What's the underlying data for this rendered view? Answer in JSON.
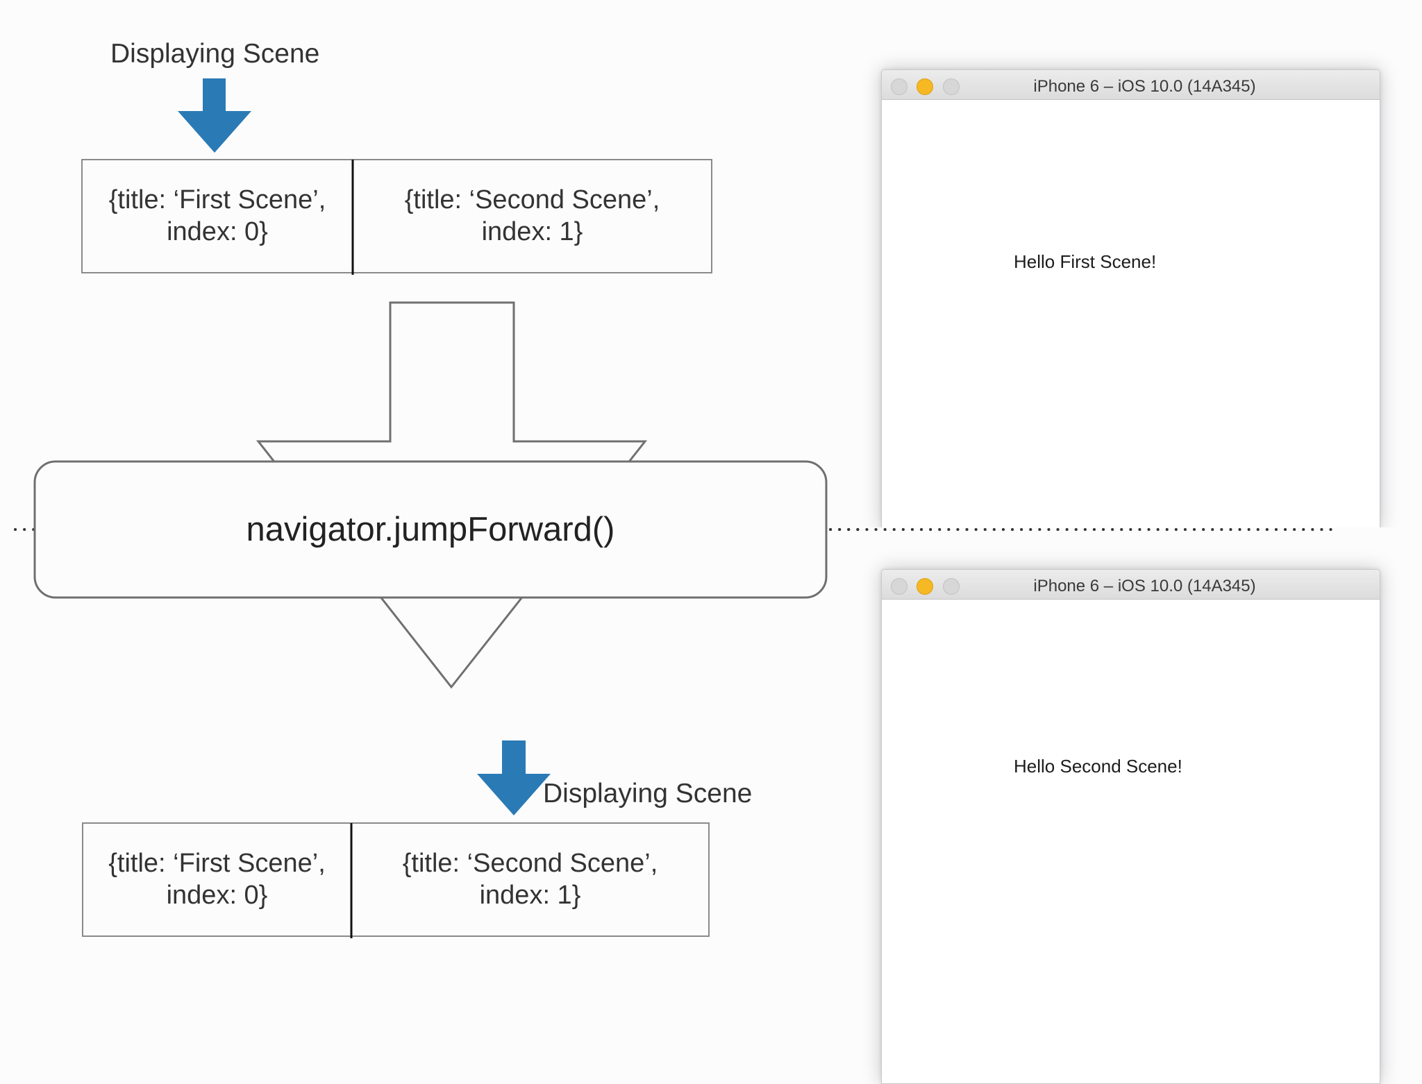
{
  "top_section": {
    "pointer_label": "Displaying Scene",
    "cells": [
      {
        "line1": "{title: ‘First Scene’,",
        "line2": "index: 0}"
      },
      {
        "line1": "{title: ‘Second Scene’,",
        "line2": "index: 1}"
      }
    ]
  },
  "action": {
    "label": "navigator.jumpForward()"
  },
  "bottom_section": {
    "pointer_label": "Displaying Scene",
    "cells": [
      {
        "line1": "{title: ‘First Scene’,",
        "line2": "index: 0}"
      },
      {
        "line1": "{title: ‘Second Scene’,",
        "line2": "index: 1}"
      }
    ]
  },
  "simulators": [
    {
      "title": "iPhone 6 – iOS 10.0 (14A345)",
      "content": "Hello First Scene!"
    },
    {
      "title": "iPhone 6 – iOS 10.0 (14A345)",
      "content": "Hello Second Scene!"
    }
  ],
  "colors": {
    "pointer_arrow": "#2a7ab5",
    "outline": "#707070",
    "traffic_yellow": "#f6b823"
  }
}
